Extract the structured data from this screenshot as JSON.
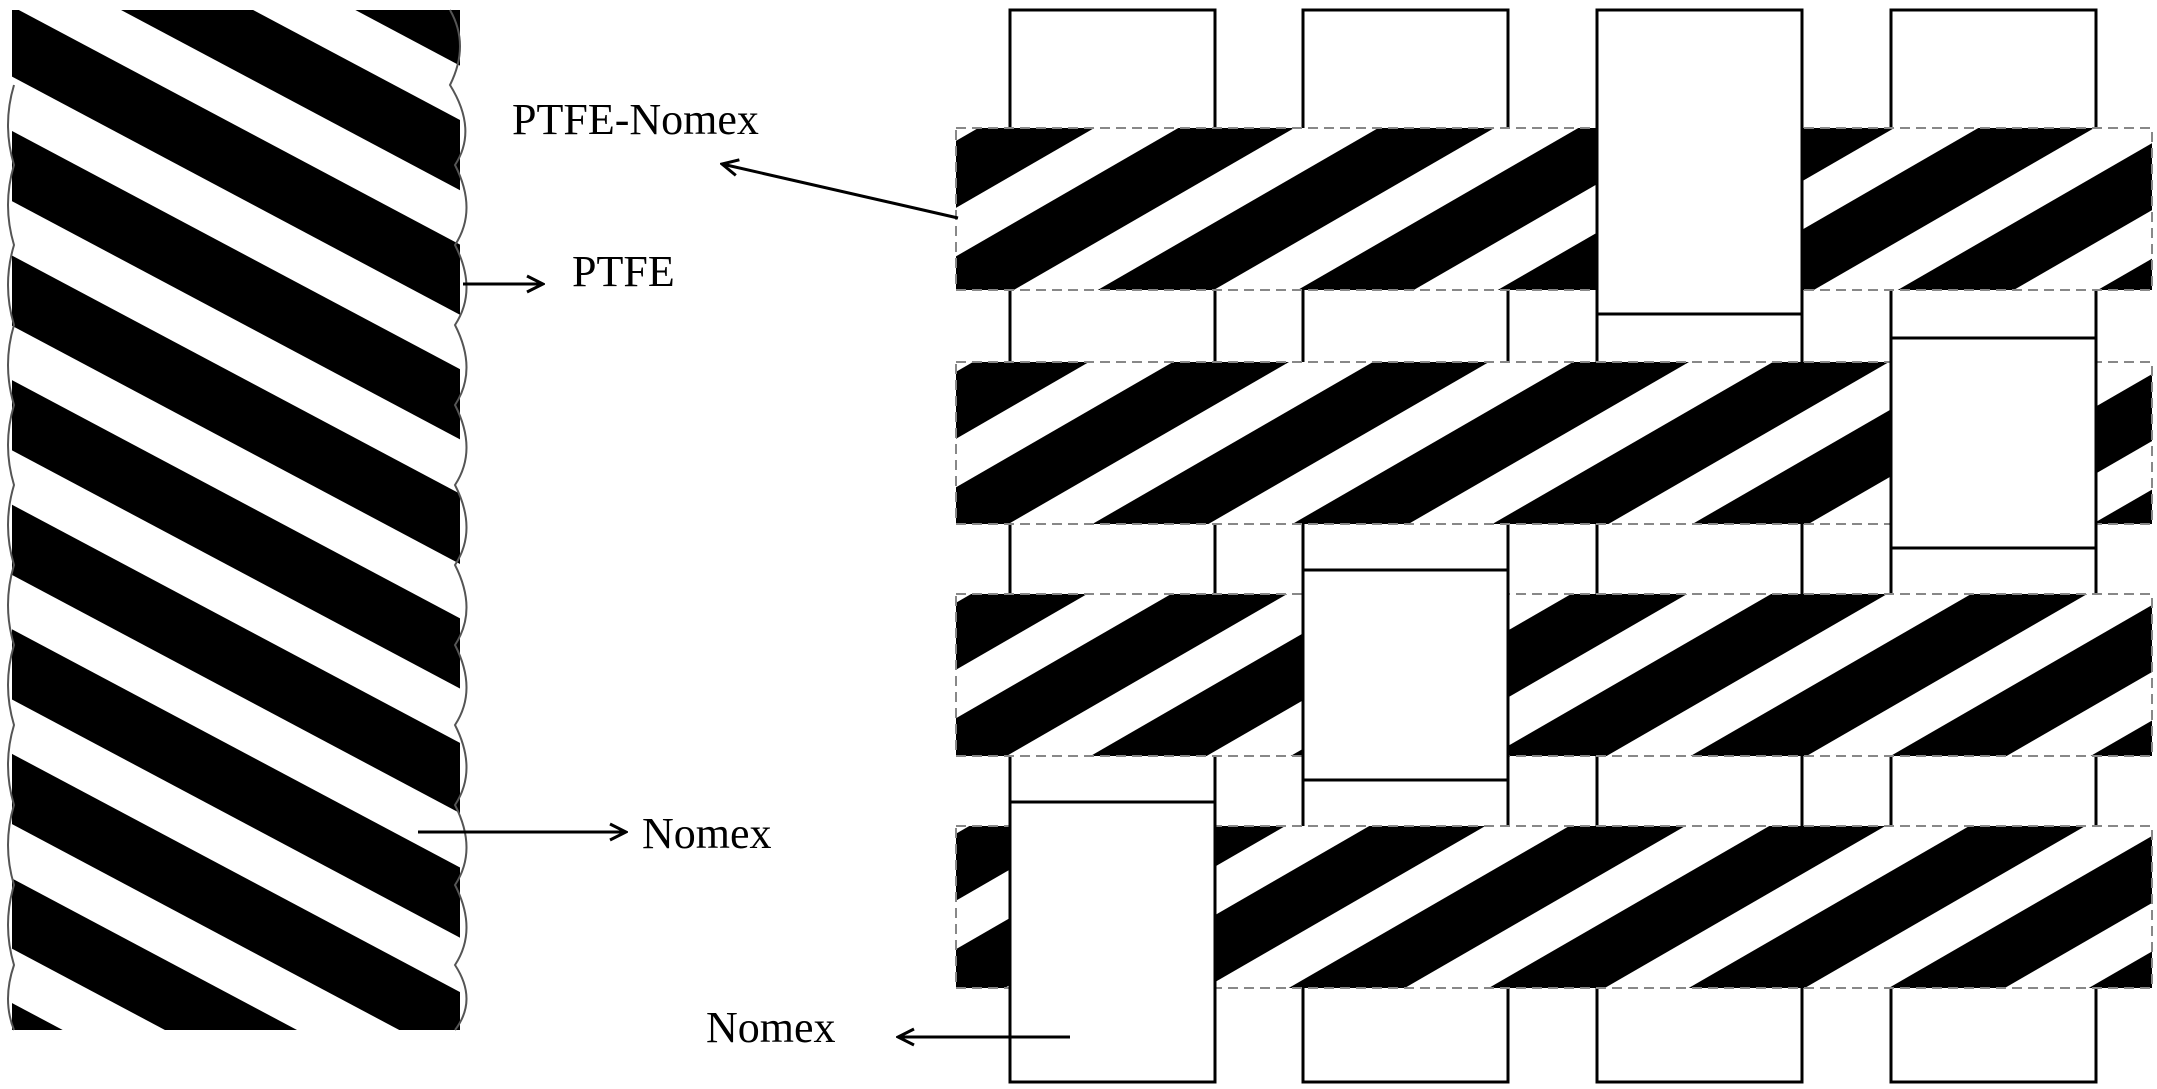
{
  "labels": {
    "composite_yarn": "PTFE-Nomex",
    "ptfe": "PTFE",
    "nomex_yarn": "Nomex",
    "nomex_fabric": "Nomex"
  },
  "colors": {
    "fiber_dark": "#000000",
    "fiber_light": "#ffffff",
    "outline": "#000000",
    "background": "#ffffff"
  },
  "weave": {
    "warp_count": 4,
    "weft_count": 4,
    "floats_over_weft": [
      [
        2
      ],
      [
        3
      ],
      [
        1
      ],
      [
        0
      ]
    ]
  }
}
